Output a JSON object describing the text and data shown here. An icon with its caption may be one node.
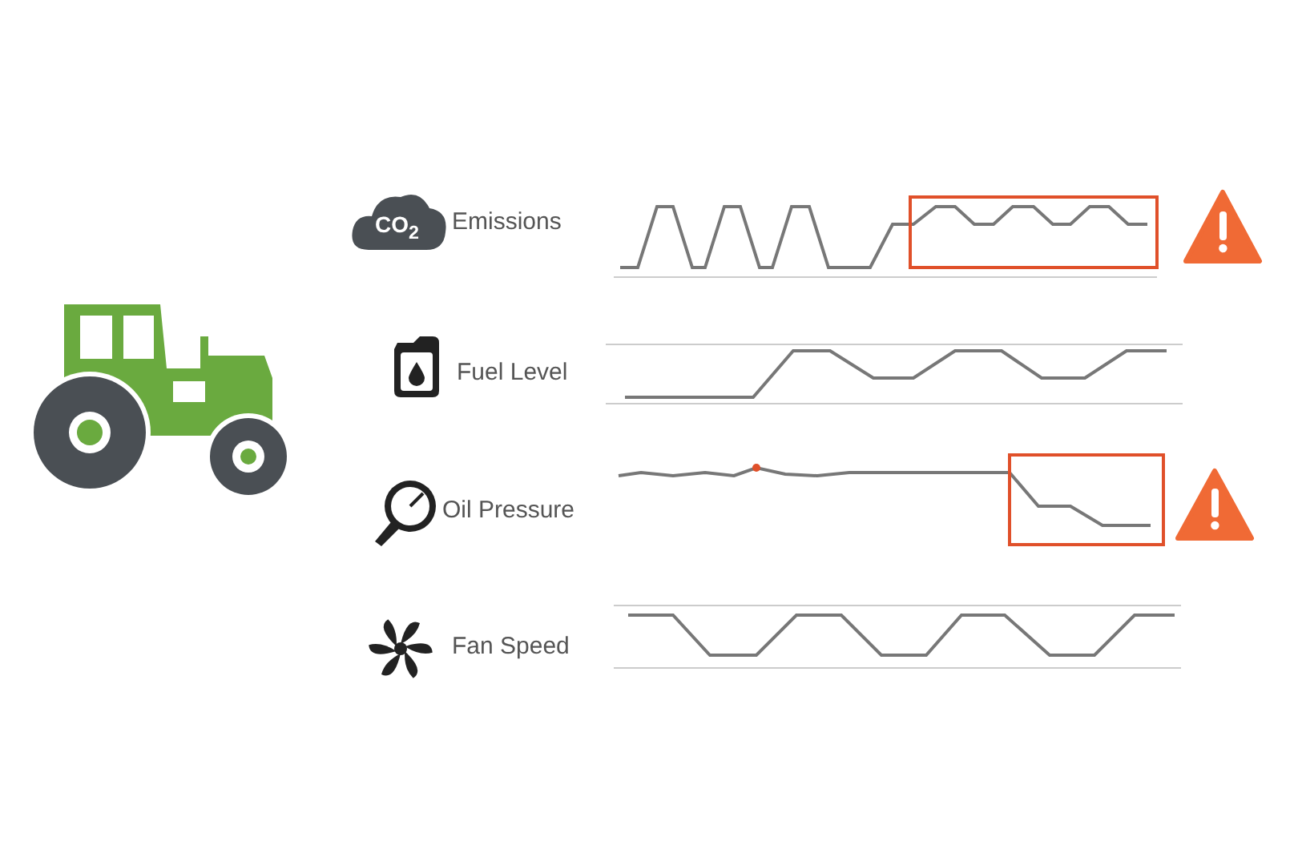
{
  "diagram": {
    "labels": [
      "CO$_{2}$",
      "Emissions",
      "Fuel Level",
      "Oil Pressure",
      "Fan Speed"
    ]
  }
}
